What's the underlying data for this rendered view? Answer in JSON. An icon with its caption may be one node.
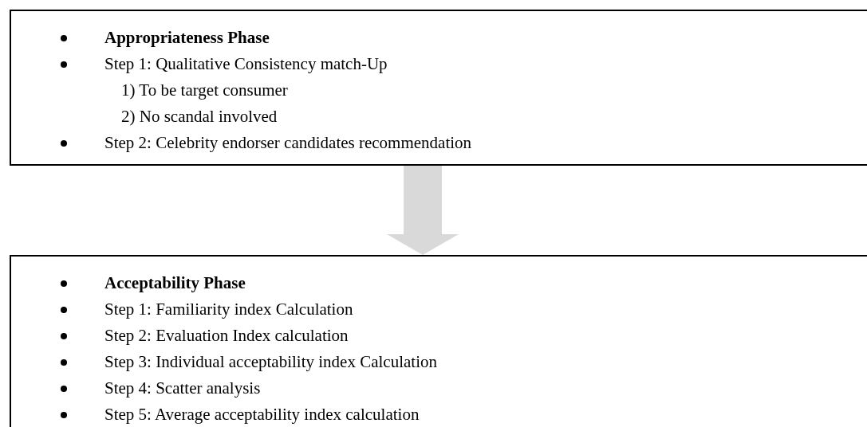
{
  "diagram": {
    "nodes": [
      {
        "text": [
          "Appropriateness Phase",
          "Step 1: Qualitative Consistency match-Up",
          "1) To be target consumer",
          "2) No scandal involved",
          "Step 2: Celebrity endorser candidates recommendation"
        ]
      },
      {
        "text": [
          "Acceptability Phase",
          "Step 1: Familiarity index Calculation",
          "Step 2: Evaluation Index calculation",
          "Step 3: Individual acceptability index Calculation",
          "Step 4: Scatter analysis",
          "Step 5: Average acceptability index calculation"
        ]
      }
    ],
    "edges": [
      {
        "from": 0,
        "to": 1,
        "arrow": "to"
      }
    ]
  }
}
